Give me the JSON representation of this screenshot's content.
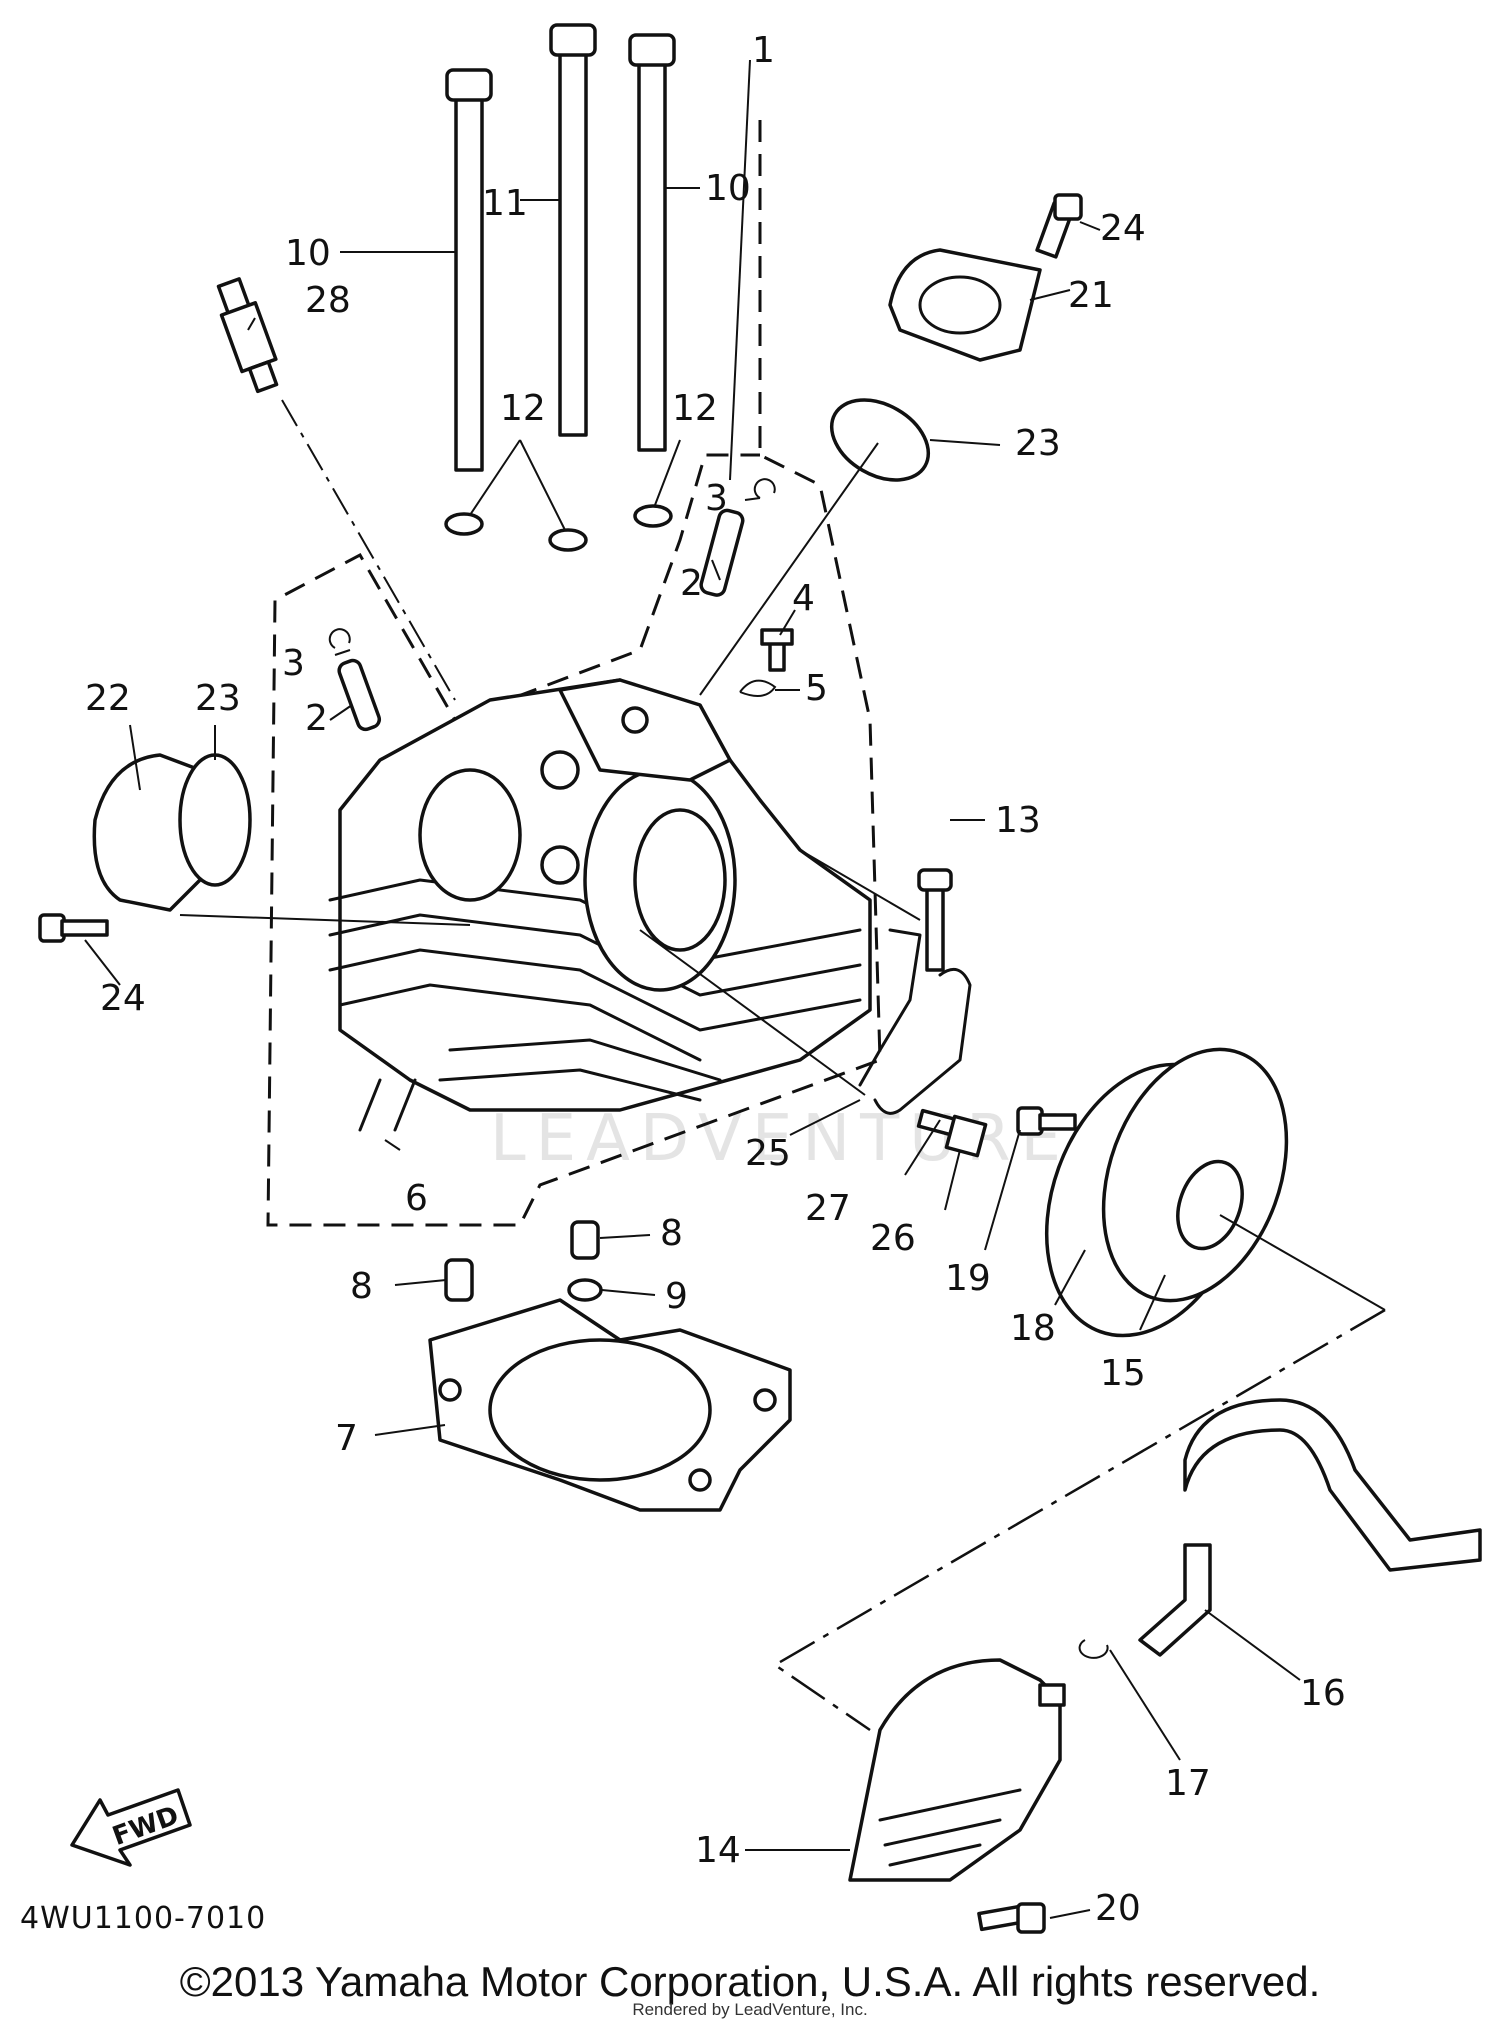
{
  "diagram": {
    "callouts": [
      "1",
      "2",
      "2",
      "3",
      "3",
      "4",
      "5",
      "6",
      "7",
      "8",
      "8",
      "9",
      "10",
      "10",
      "11",
      "12",
      "12",
      "13",
      "14",
      "15",
      "16",
      "17",
      "18",
      "19",
      "20",
      "21",
      "22",
      "23",
      "23",
      "24",
      "24",
      "25",
      "26",
      "27",
      "28"
    ],
    "drawing_code": "4WU1100-7010",
    "fwd_label": "FWD",
    "watermark": "LEADVENTURE"
  },
  "footer": {
    "copyright": "©2013 Yamaha Motor Corporation, U.S.A. All rights reserved.",
    "rendered_by": "Rendered by LeadVenture, Inc."
  }
}
